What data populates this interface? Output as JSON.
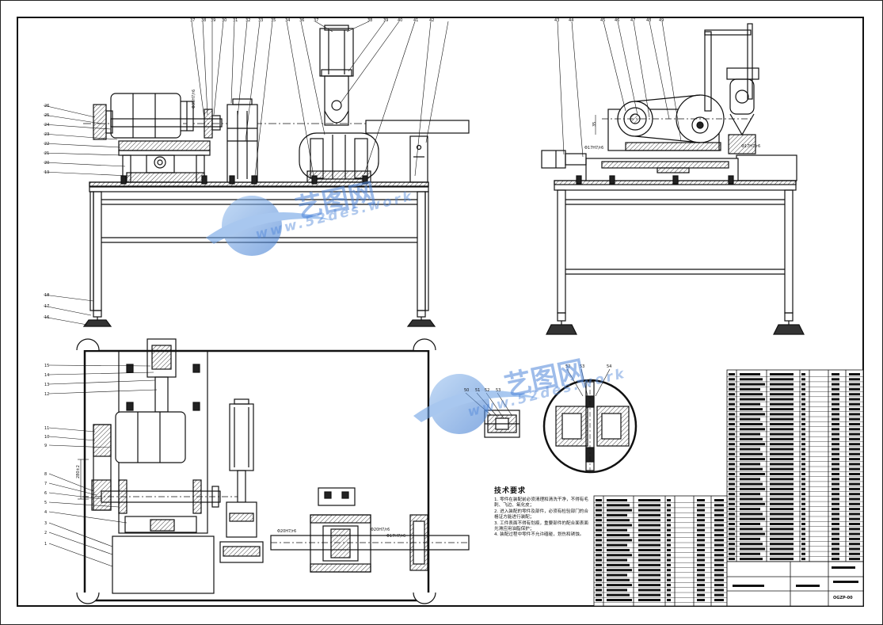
{
  "watermark": {
    "cn": "艺图网",
    "url": "www.52des.work"
  },
  "callouts": {
    "front_top": [
      "37",
      "38",
      "39",
      "30",
      "31",
      "32",
      "33",
      "35",
      "34",
      "36",
      "37",
      "38",
      "39",
      "40",
      "41",
      "42"
    ],
    "side_top": [
      "43",
      "44",
      "45",
      "46",
      "47",
      "48",
      "49"
    ],
    "front_left": [
      "26",
      "25",
      "24",
      "23",
      "22",
      "21",
      "20",
      "19"
    ],
    "front_left_low": [
      "18",
      "17",
      "16"
    ],
    "plan_left": [
      "15",
      "14",
      "13",
      "12",
      "11",
      "10",
      "9",
      "8",
      "7",
      "6",
      "5",
      "4",
      "3",
      "2",
      "1"
    ],
    "detail_top": [
      "50",
      "51",
      "52",
      "53"
    ],
    "detail_top_right": [
      "52",
      "53",
      "54"
    ]
  },
  "fits": {
    "front_top": "Φ35H7/r6",
    "side": "Φ17H7/r6",
    "plan_a": "Φ20H7/r6",
    "plan_b": "Φ20H7/r6",
    "plan_c": "Φ17H7/r6"
  },
  "dims": {
    "side_h": "35",
    "plan_v": "280±2"
  },
  "tech": {
    "title": "技术要求",
    "lines": [
      "1. 零件在装配前必须清理和清洗干净，不得有毛刺、飞边、氧化皮；",
      "2. 进入装配的零件及部件，必须有检验部门的合格证方能进行装配；",
      "3. 工件表面不得有划痕，重要部件的配合面表面光滑应用油脂保护；",
      "4. 装配过程中零件不允许磕碰，划伤和锈蚀。"
    ]
  },
  "title_block": {
    "drawing_no": "OGZP-00"
  }
}
